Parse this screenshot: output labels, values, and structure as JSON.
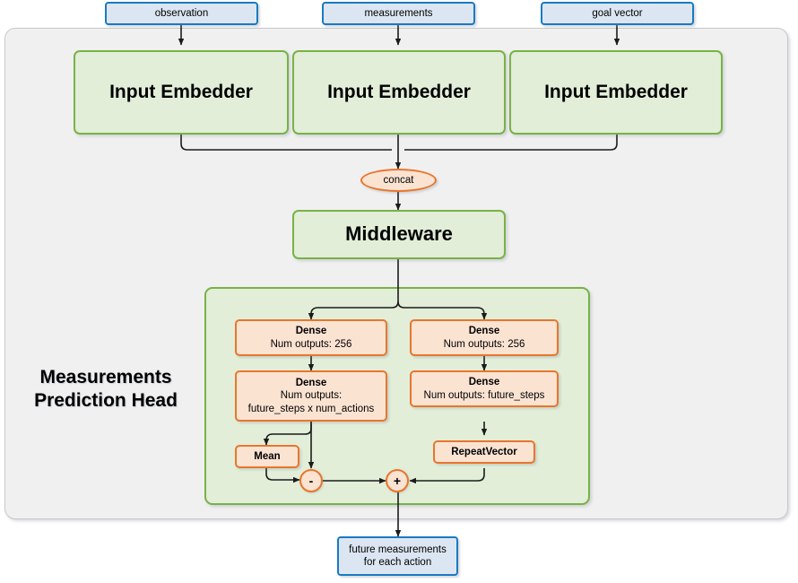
{
  "diagram": {
    "title": "Measurements Prediction Head",
    "head_label_line1": "Measurements",
    "head_label_line2": "Prediction Head",
    "colors": {
      "io_border": "#1a7ac0",
      "io_fill": "#dce6f2",
      "green_border": "#79b247",
      "green_fill": "#e2eed8",
      "orange_border": "#e8762c",
      "orange_fill": "#fbe3d2",
      "frame_fill": "#f0f0f0",
      "frame_border": "#c8c8c8",
      "edge": "#2b2b2b"
    }
  },
  "inputs": [
    {
      "label": "observation"
    },
    {
      "label": "measurements"
    },
    {
      "label": "goal vector"
    }
  ],
  "embedders": [
    {
      "label": "Input Embedder"
    },
    {
      "label": "Input Embedder"
    },
    {
      "label": "Input Embedder"
    }
  ],
  "concat": {
    "label": "concat"
  },
  "middleware": {
    "label": "Middleware"
  },
  "head": {
    "left_branch": {
      "dense1": {
        "title": "Dense",
        "detail": "Num outputs: 256"
      },
      "dense2": {
        "title": "Dense",
        "detail_line1": "Num outputs:",
        "detail_line2": "future_steps x num_actions"
      },
      "mean": {
        "label": "Mean"
      },
      "op": {
        "label": "-"
      }
    },
    "right_branch": {
      "dense1": {
        "title": "Dense",
        "detail": "Num outputs: 256"
      },
      "dense2": {
        "title": "Dense",
        "detail": "Num outputs: future_steps"
      },
      "repeat_vector": {
        "label": "RepeatVector"
      }
    },
    "merge_op": {
      "label": "+"
    }
  },
  "output": {
    "line1": "future measurements",
    "line2": "for each action"
  }
}
